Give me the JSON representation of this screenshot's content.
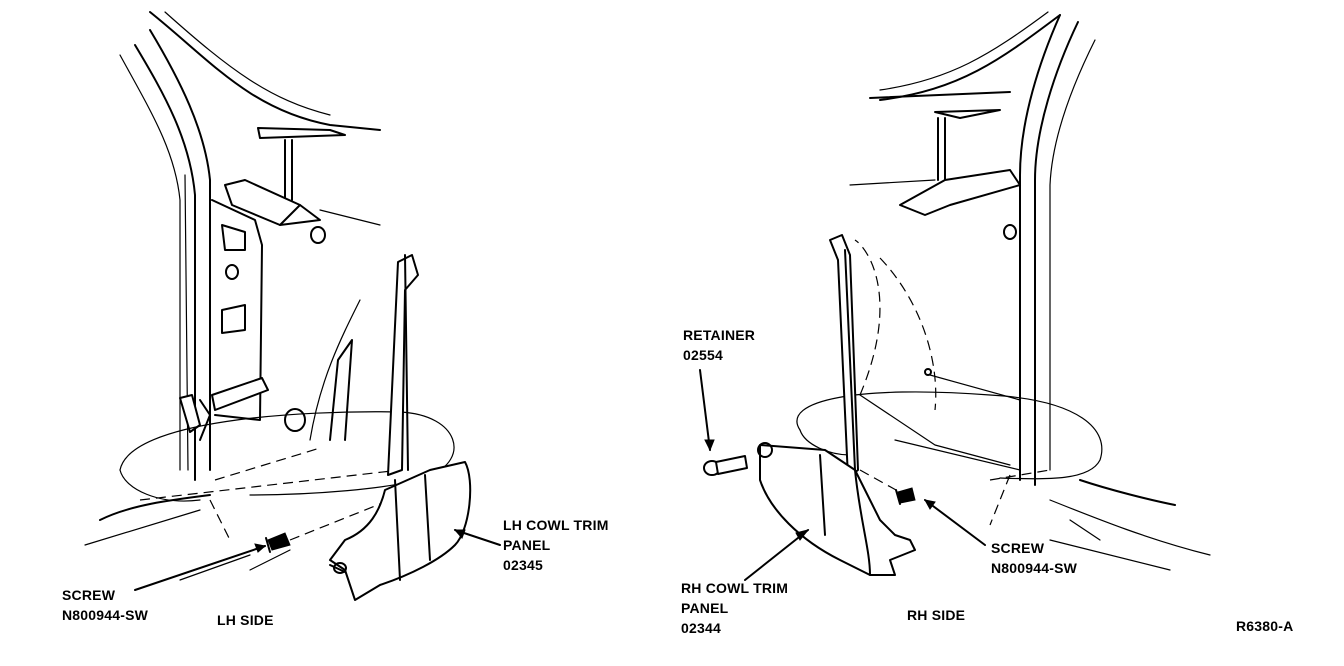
{
  "labels": {
    "lh_cowl_trim_panel": [
      "LH COWL TRIM",
      "PANEL",
      "02345"
    ],
    "lh_screw": [
      "SCREW",
      "N800944-SW"
    ],
    "lh_side": "LH SIDE",
    "retainer": [
      "RETAINER",
      "02554"
    ],
    "rh_screw": [
      "SCREW",
      "N800944-SW"
    ],
    "rh_cowl_trim_panel": [
      "RH COWL TRIM",
      "PANEL",
      "02344"
    ],
    "rh_side": "RH SIDE",
    "figure_code": "R6380-A"
  }
}
